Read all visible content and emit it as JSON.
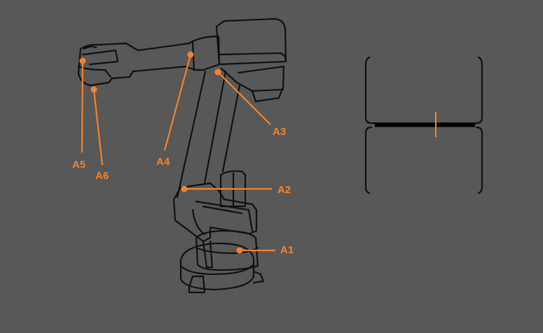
{
  "diagram": {
    "accent_color": "#f5822a",
    "background_color": "#585858",
    "axes": [
      {
        "id": "a1",
        "label": "A1"
      },
      {
        "id": "a2",
        "label": "A2"
      },
      {
        "id": "a3",
        "label": "A3"
      },
      {
        "id": "a4",
        "label": "A4"
      },
      {
        "id": "a5",
        "label": "A5"
      },
      {
        "id": "a6",
        "label": "A6"
      }
    ]
  }
}
